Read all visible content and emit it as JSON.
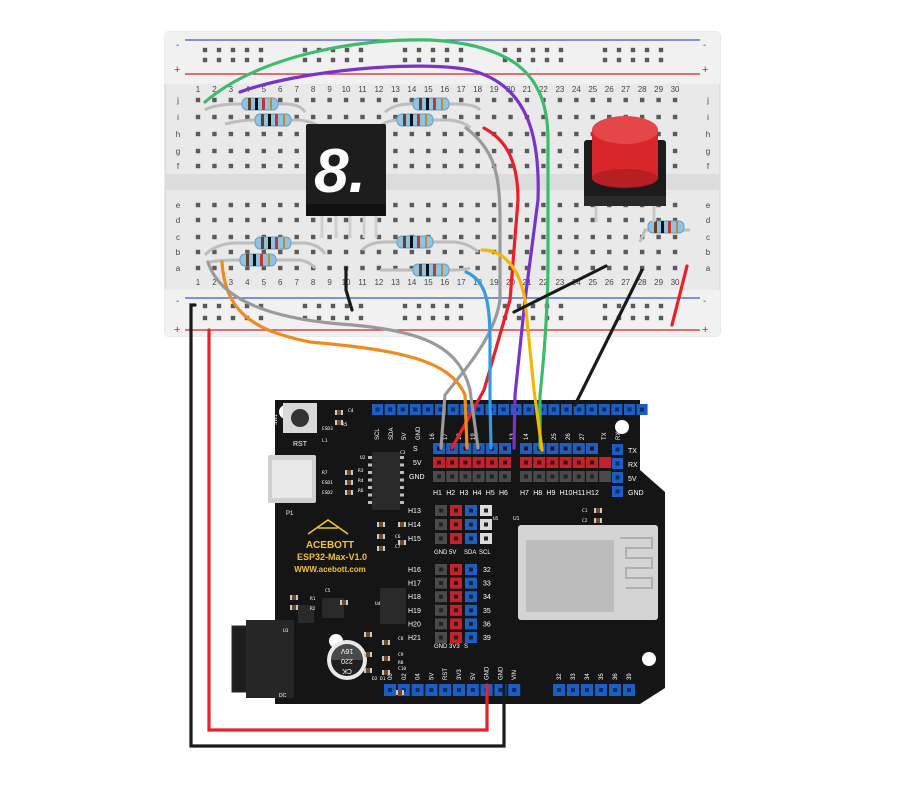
{
  "breadboard": {
    "columns": [
      "1",
      "2",
      "3",
      "4",
      "5",
      "6",
      "7",
      "8",
      "9",
      "10",
      "11",
      "12",
      "13",
      "14",
      "15",
      "16",
      "17",
      "18",
      "19",
      "20",
      "21",
      "22",
      "23",
      "24",
      "25",
      "26",
      "27",
      "28",
      "29",
      "30"
    ],
    "rows_top": [
      "j",
      "i",
      "h",
      "g",
      "f"
    ],
    "rows_bottom": [
      "e",
      "d",
      "c",
      "b",
      "a"
    ],
    "rail_plus": "+",
    "rail_minus": "-"
  },
  "seven_segment": {
    "digit": "8."
  },
  "board": {
    "rst_label": "RST",
    "sw1_label": "SW1",
    "p1_label": "P1",
    "brand": "ACEBOTT",
    "model": "ESP32-Max-V1.0",
    "url": "WWW.acebott.com",
    "cap_text": [
      "CK",
      "220",
      "16V"
    ],
    "dc_label": "DC",
    "header_top_labels": [
      "SCL",
      "SDA",
      "5V",
      "GND",
      "16",
      "17",
      "18",
      "19",
      "13",
      "14",
      "25",
      "26",
      "27",
      "TX",
      "RX"
    ],
    "row_s": "S",
    "row_5v": "5V",
    "row_gnd": "GND",
    "h_labels_left": [
      "H1",
      "H2",
      "H3",
      "H4",
      "H5",
      "H6"
    ],
    "h_labels_right": [
      "H7",
      "H8",
      "H9",
      "H10",
      "H11",
      "H12"
    ],
    "right_side_labels": [
      "TX",
      "RX",
      "5V",
      "GND"
    ],
    "h13_labels": [
      "H13",
      "H14",
      "H15"
    ],
    "h13_bottom": [
      "GND",
      "5V",
      "SDA",
      "SCL"
    ],
    "h16_labels": [
      "H16",
      "H17",
      "H18",
      "H19",
      "H20",
      "H21"
    ],
    "h16_right": [
      "32",
      "33",
      "34",
      "35",
      "36",
      "39"
    ],
    "h16_bottom": [
      "GND",
      "3V3",
      "S"
    ],
    "bottom_left_labels": [
      "00",
      "02",
      "04",
      "5V",
      "RST",
      "3V3",
      "5V",
      "GND",
      "GND",
      "VIN"
    ],
    "bottom_right_labels": [
      "32",
      "33",
      "34",
      "35",
      "36",
      "39"
    ],
    "small_labels": [
      "C4",
      "R5",
      "C3",
      "U2",
      "R3",
      "R4",
      "R6",
      "R7",
      "ESD1",
      "ESD2",
      "ESD3",
      "L1",
      "C5",
      "C6",
      "C7",
      "C8",
      "C9",
      "C10",
      "D1",
      "D2",
      "U3",
      "U4",
      "U5",
      "C1",
      "C2",
      "R1",
      "R2",
      "R8"
    ],
    "module_label": "U1"
  },
  "colors": {
    "board": "#151515",
    "breadboard": "#e8e8e8",
    "wire_green": "#3dbb6c",
    "wire_purple": "#7a32c9",
    "wire_red": "#e8202a",
    "wire_gray": "#9a9a9a",
    "wire_orange": "#ef8a1f",
    "wire_blue": "#2f9de0",
    "wire_yellow": "#f2b705",
    "wire_black": "#1a1a1a",
    "header_blue": "#1b5fc4",
    "header_red": "#c8202a",
    "button_red": "#d8262a"
  }
}
